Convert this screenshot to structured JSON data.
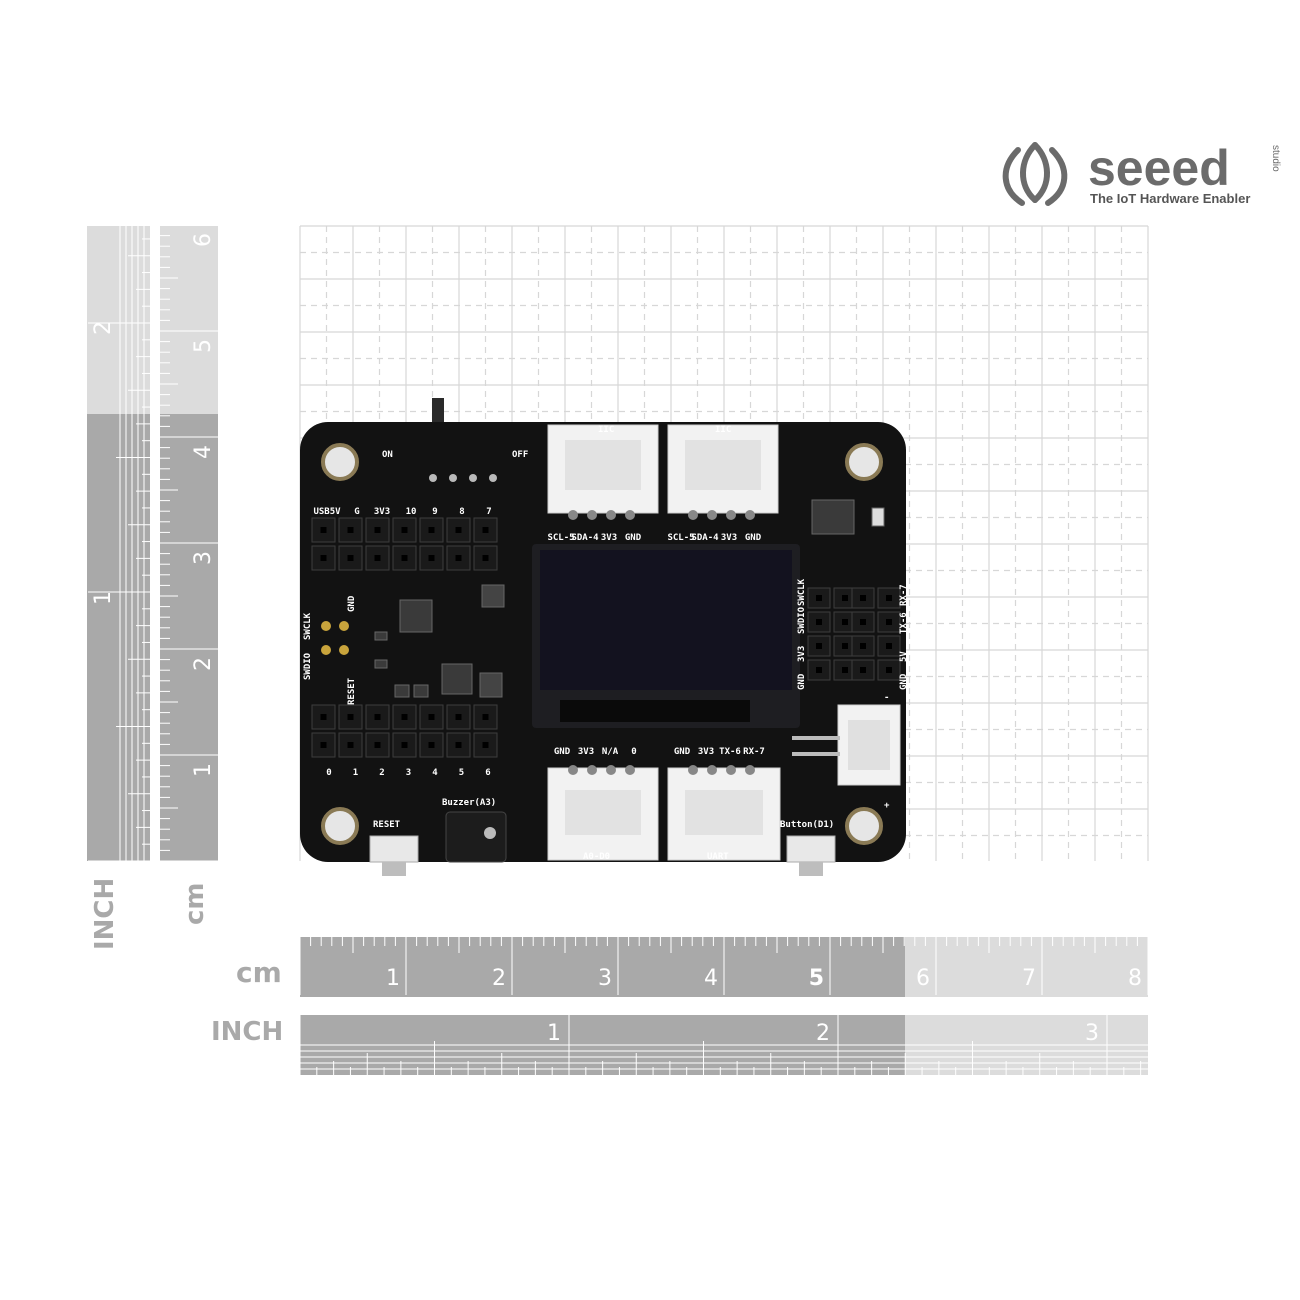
{
  "logo": {
    "brand": "seeed",
    "small": "studio",
    "tagline": "The IoT Hardware Enabler"
  },
  "rulers": {
    "units_cm": "cm",
    "units_inch": "INCH",
    "h_cm_numbers": [
      "1",
      "2",
      "3",
      "4",
      "5",
      "6",
      "7",
      "8"
    ],
    "h_inch_numbers": [
      "1",
      "2",
      "3"
    ],
    "v_cm_numbers": [
      "1",
      "2",
      "3",
      "4",
      "5",
      "6"
    ],
    "v_inch_numbers": [
      "1",
      "2"
    ]
  },
  "board": {
    "switch_on": "ON",
    "switch_off": "OFF",
    "top_header": [
      "USB5V",
      "G",
      "3V3",
      "10",
      "9",
      "8",
      "7"
    ],
    "iic_left": "IIC",
    "iic_right": "IIC",
    "iic_left_pins": [
      "SCL-5",
      "SDA-4",
      "3V3",
      "GND"
    ],
    "iic_right_pins": [
      "SCL-5",
      "SDA-4",
      "3V3",
      "GND"
    ],
    "swd_left": [
      "SWDIO",
      "SWCLK"
    ],
    "reset_label_left": "RESET",
    "gnd_label_left": "GND",
    "bottom_header": [
      "0",
      "1",
      "2",
      "3",
      "4",
      "5",
      "6"
    ],
    "a0_pins": [
      "GND",
      "3V3",
      "N/A",
      "0"
    ],
    "uart_pins": [
      "GND",
      "3V3",
      "TX-6",
      "RX-7"
    ],
    "a0_label": "A0-D0",
    "uart_label": "UART",
    "buzzer": "Buzzer(A3)",
    "reset_button": "RESET",
    "button": "Button(D1)",
    "right_header": [
      "GND",
      "3V3",
      "SWDIO",
      "SWCLK"
    ],
    "right_header2": [
      "GND",
      "5V",
      "TX-6",
      "RX-7"
    ],
    "battery_minus": "-",
    "battery_plus": "+"
  }
}
